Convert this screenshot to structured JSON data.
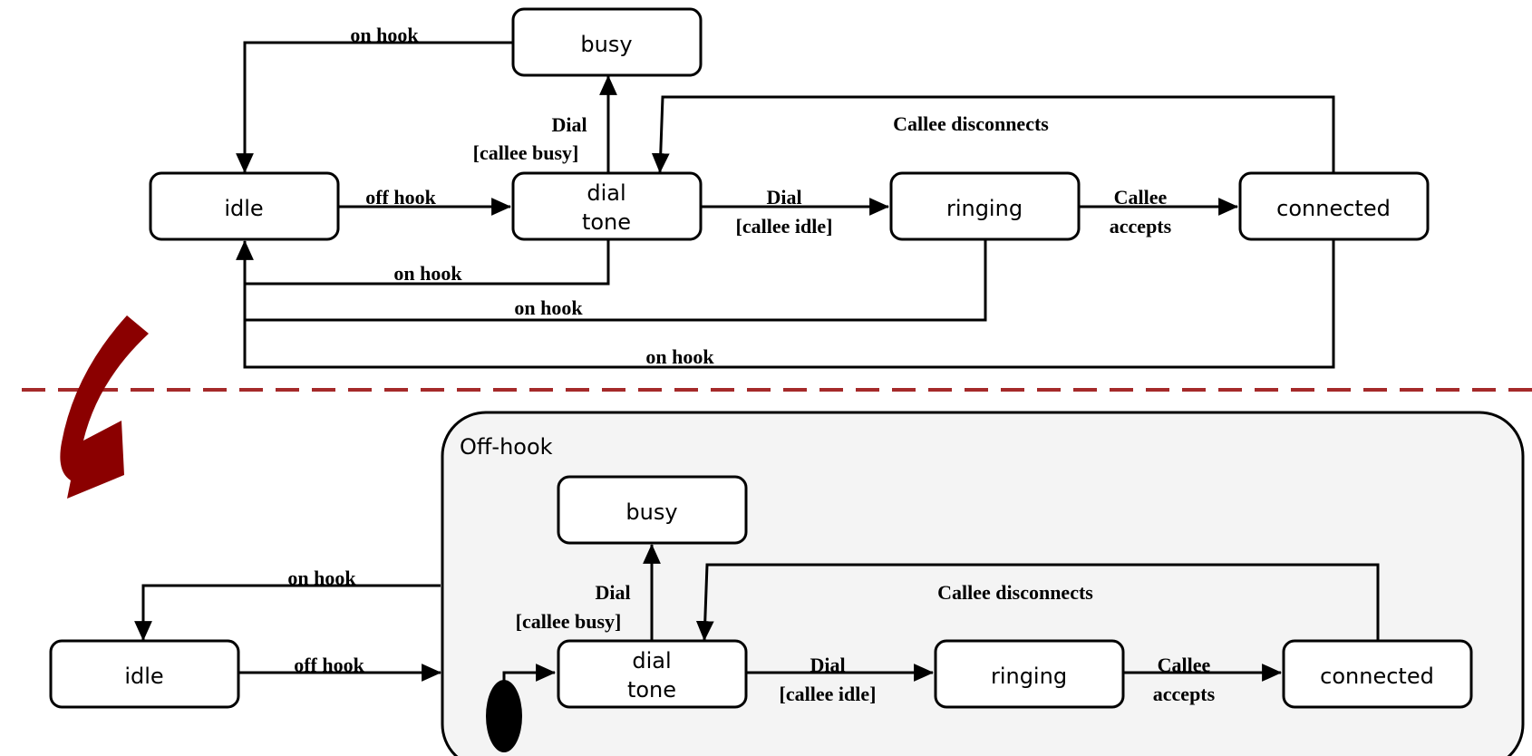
{
  "colors": {
    "arrow_red": "#8b0000",
    "divider": "#a52a2a",
    "composite_fill": "#f4f4f4",
    "stroke": "#000000"
  },
  "top": {
    "states": {
      "busy": "busy",
      "idle": "idle",
      "dial_line1": "dial",
      "dial_line2": "tone",
      "ringing": "ringing",
      "connected": "connected"
    },
    "edges": {
      "busy_to_idle": "on hook",
      "idle_to_dial": "off hook",
      "dial_to_busy_line1": "Dial",
      "dial_to_busy_line2": "[callee busy]",
      "connected_to_dial": "Callee disconnects",
      "dial_to_ringing_line1": "Dial",
      "dial_to_ringing_line2": "[callee idle]",
      "ringing_to_connected_line1": "Callee",
      "ringing_to_connected_line2": "accepts",
      "dial_to_idle": "on hook",
      "ringing_to_idle": "on hook",
      "connected_to_idle": "on hook"
    }
  },
  "bottom": {
    "composite_label": "Off-hook",
    "states": {
      "busy": "busy",
      "idle": "idle",
      "dial_line1": "dial",
      "dial_line2": "tone",
      "ringing": "ringing",
      "connected": "connected"
    },
    "edges": {
      "offhook_to_idle": "on hook",
      "idle_to_offhook": "off hook",
      "dial_to_busy_line1": "Dial",
      "dial_to_busy_line2": "[callee busy]",
      "connected_to_dial": "Callee disconnects",
      "dial_to_ringing_line1": "Dial",
      "dial_to_ringing_line2": "[callee idle]",
      "ringing_to_connected_line1": "Callee",
      "ringing_to_connected_line2": "accepts"
    }
  }
}
